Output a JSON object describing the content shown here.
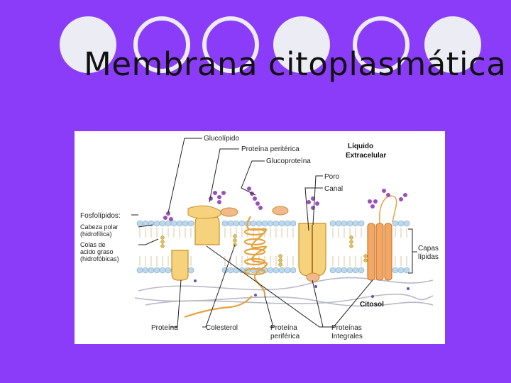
{
  "slide": {
    "title": "Membrana citoplasmática",
    "colors": {
      "background": "#8b3cf8",
      "decoration": "#ececf4",
      "title": "#111111"
    }
  },
  "figure": {
    "labels": {
      "glucolipido": "Glucolípido",
      "proteina_periterica": "Proteína peritérica",
      "glucoproteina": "Glucoproteína",
      "liquido_1": "Líquido",
      "liquido_2": "Extracelular",
      "poro": "Poro",
      "canal": "Canal",
      "fosfolipidos": "Fosfolípidos:",
      "cabeza_1": "Cabeza polar",
      "cabeza_2": "(hidrofílica)",
      "colas_1": "Colas de",
      "colas_2": "acido graso",
      "colas_3": "(hidrofóbicas)",
      "capas_1": "Capas",
      "capas_2": "lípidas",
      "citosol": "Citosol",
      "proteina": "Proteína",
      "colesterol": "Colesterol",
      "periferica_1": "Proteína",
      "periferica_2": "periférica",
      "integrales_1": "Proteínas",
      "integrales_2": "Integrales"
    },
    "colors": {
      "head": "#bcd8ec",
      "protein": "#f6d27c",
      "protein_edge": "#c98f2a",
      "sugar": "#9b4fb8",
      "cytoskeleton": "#b9b9c9"
    }
  }
}
